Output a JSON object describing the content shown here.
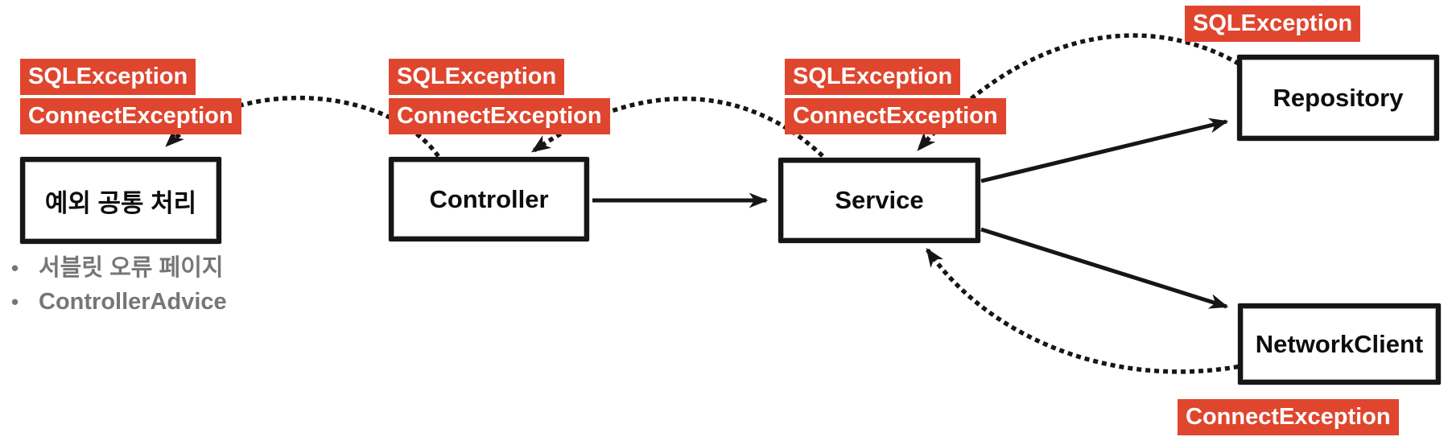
{
  "diagram": {
    "boxes": {
      "handler": "예외 공통 처리",
      "controller": "Controller",
      "service": "Service",
      "repository": "Repository",
      "network_client": "NetworkClient"
    },
    "exception_labels": {
      "handler": [
        "SQLException",
        "ConnectException"
      ],
      "controller": [
        "SQLException",
        "ConnectException"
      ],
      "service": [
        "SQLException",
        "ConnectException"
      ],
      "repository": [
        "SQLException"
      ],
      "network_client": [
        "ConnectException"
      ]
    },
    "notes": [
      "서블릿 오류 페이지",
      "ControllerAdvice"
    ],
    "note_bullet": "•",
    "colors": {
      "exception_bg": "#E0452E",
      "exception_text": "#FFFFFF",
      "stroke": "#161616",
      "note_text": "#767676"
    }
  }
}
